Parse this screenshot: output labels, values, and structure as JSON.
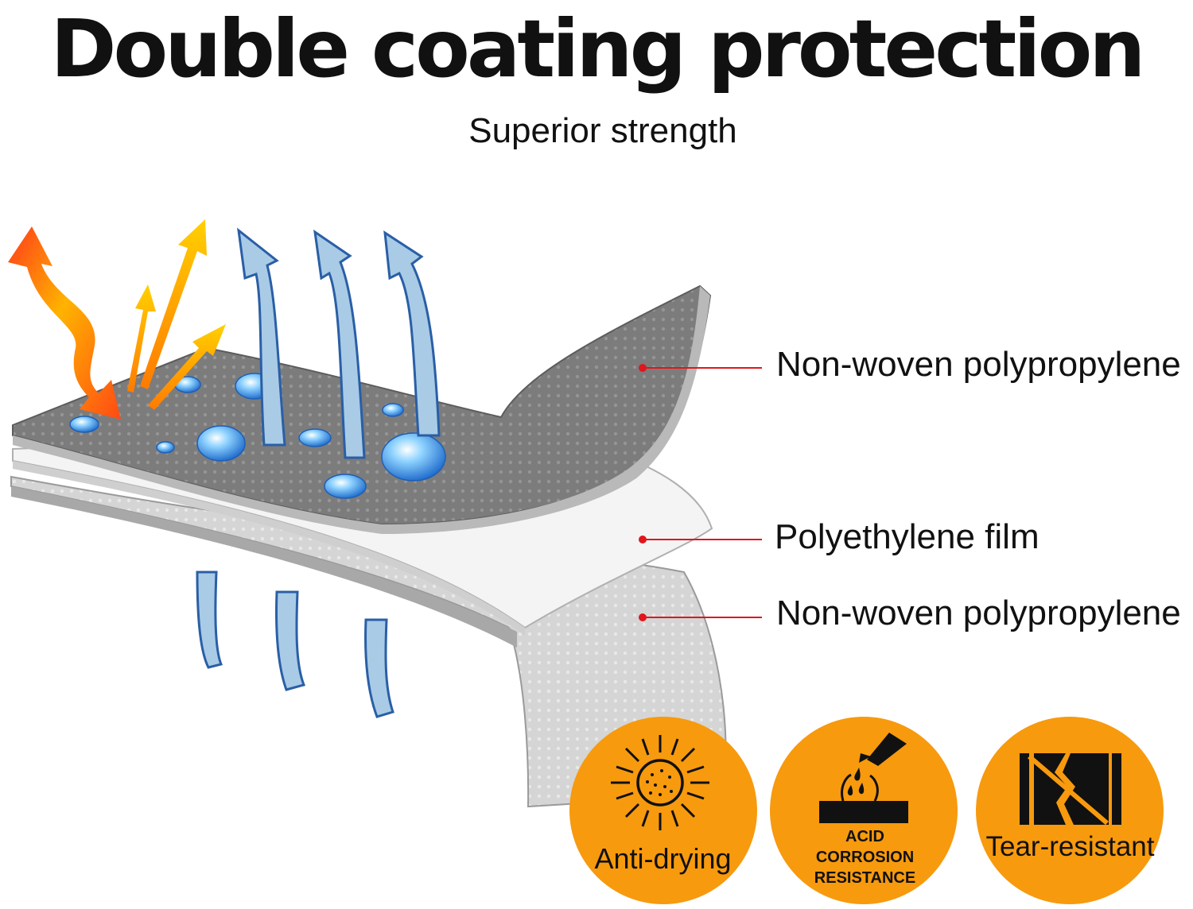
{
  "header": {
    "title": "Double coating protection",
    "subtitle": "Superior strength"
  },
  "layers": [
    {
      "label": "Non-woven polypropylene",
      "color": "#7a7a7a"
    },
    {
      "label": "Polyethylene film",
      "color": "#f2f2f2"
    },
    {
      "label": "Non-woven polypropylene",
      "color": "#d6d6d6"
    }
  ],
  "leader_color": "#e0161d",
  "features": [
    {
      "label": "Anti-drying",
      "icon": "sun-icon"
    },
    {
      "label": "ACID\nCORROSION\nRESISTANCE",
      "icon": "acid-drop-icon"
    },
    {
      "label": "Tear-resistant",
      "icon": "torn-sheet-icon"
    }
  ],
  "badge_color": "#f79a0e",
  "arrow_colors": {
    "heat": "#ff8a00",
    "air": "#a9cbe6",
    "air_outline": "#2a5fa6"
  }
}
